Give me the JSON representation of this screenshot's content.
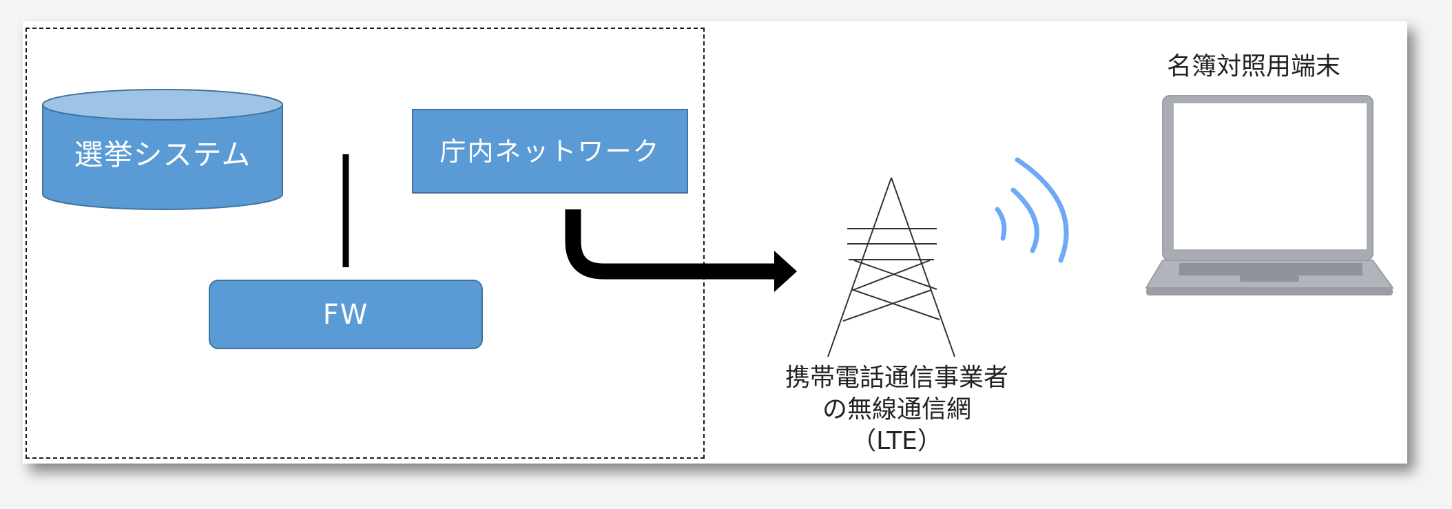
{
  "diagram": {
    "database": {
      "label": "選挙システム"
    },
    "network": {
      "label": "庁内ネットワーク"
    },
    "firewall": {
      "label": "FW"
    },
    "carrier": {
      "line1": "携帯電話通信事業者",
      "line2": "の無線通信網",
      "line3": "（LTE）"
    },
    "terminal": {
      "label": "名簿対照用端末"
    },
    "colors": {
      "box_fill": "#5b9bd5",
      "box_border": "#41719c",
      "db_top": "#9dc3e6",
      "signal": "#6fa8f5",
      "laptop_body": "#a9acb3",
      "arrow": "#000000"
    }
  }
}
